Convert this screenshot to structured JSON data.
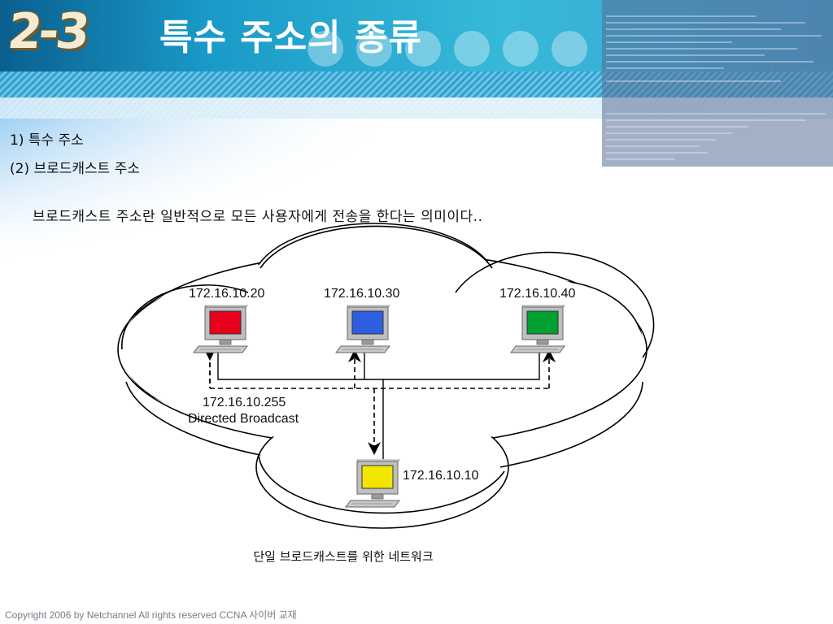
{
  "header": {
    "section_number": "2-3",
    "title": "특수 주소의 종류"
  },
  "outline": {
    "item1": "1) 특수 주소",
    "item2": "(2) 브로드캐스트 주소"
  },
  "description": "브로드캐스트 주소란 일반적으로 모든 사용자에게 전송을 한다는 의미이다..",
  "diagram": {
    "hosts": [
      {
        "ip": "172.16.10.20",
        "color": "#e8001c"
      },
      {
        "ip": "172.16.10.30",
        "color": "#2d5fe0"
      },
      {
        "ip": "172.16.10.40",
        "color": "#00a032"
      },
      {
        "ip": "172.16.10.10",
        "color": "#f2e600"
      }
    ],
    "broadcast_address": "172.16.10.255",
    "broadcast_label": "Directed Broadcast",
    "caption": "단일 브로드캐스트를 위한 네트워크"
  },
  "footer": "Copyright 2006 by Netchannel All rights reserved CCNA 사이버 교재"
}
